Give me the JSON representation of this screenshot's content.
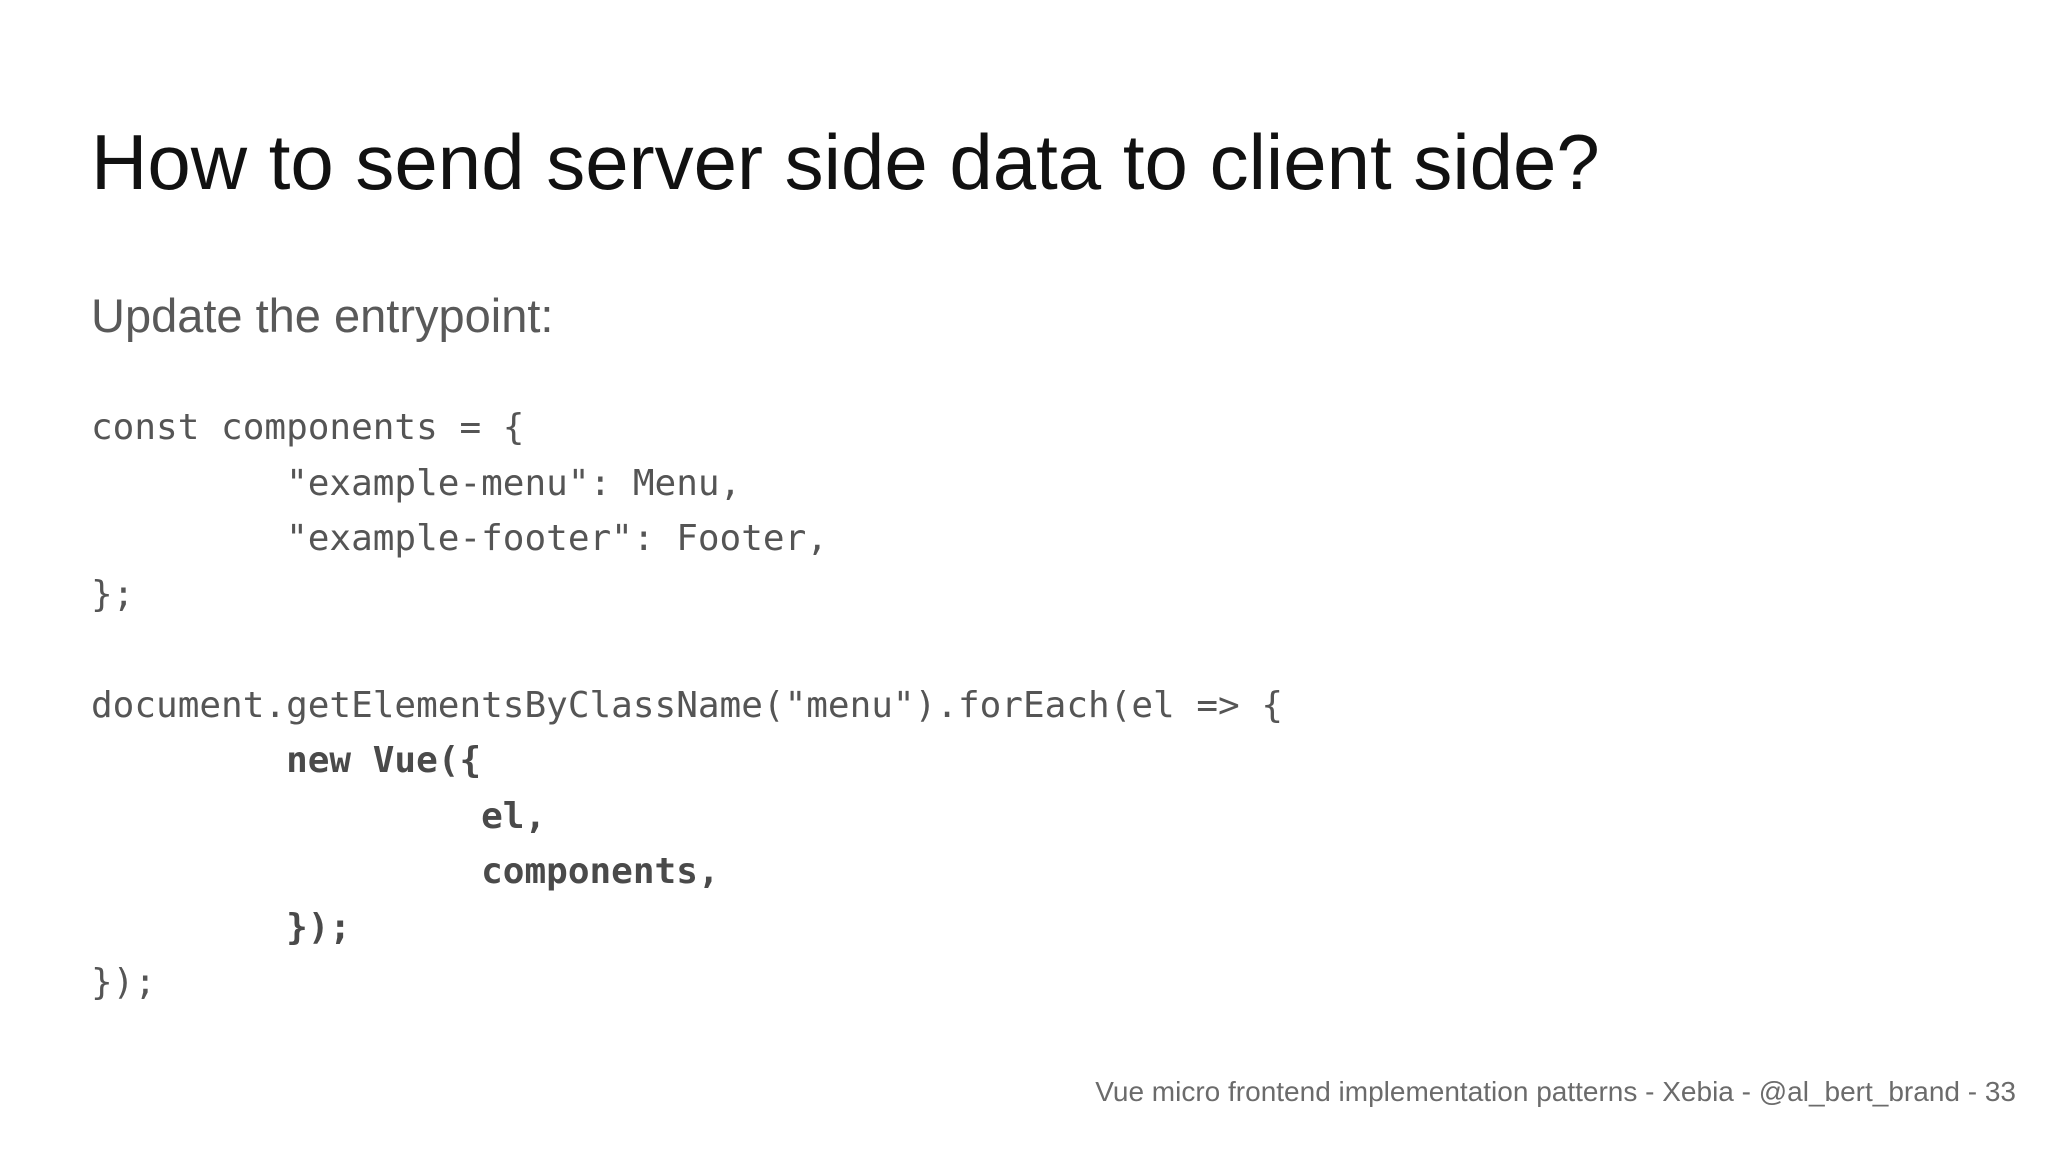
{
  "slide": {
    "title": "How to send server side data to client side?",
    "subtitle": "Update the entrypoint:",
    "code_lines": [
      {
        "text": "const components = {",
        "bold": false
      },
      {
        "text": "         \"example-menu\": Menu,",
        "bold": false
      },
      {
        "text": "         \"example-footer\": Footer,",
        "bold": false
      },
      {
        "text": "};",
        "bold": false
      },
      {
        "text": "",
        "bold": false
      },
      {
        "text": "document.getElementsByClassName(\"menu\").forEach(el => {",
        "bold": false
      },
      {
        "text": "         new Vue({",
        "bold": true
      },
      {
        "text": "                  el,",
        "bold": true
      },
      {
        "text": "                  components,",
        "bold": true
      },
      {
        "text": "         });",
        "bold": true
      },
      {
        "text": "});",
        "bold": false
      }
    ],
    "footer": "Vue micro frontend implementation patterns - Xebia - @al_bert_brand - 33"
  }
}
